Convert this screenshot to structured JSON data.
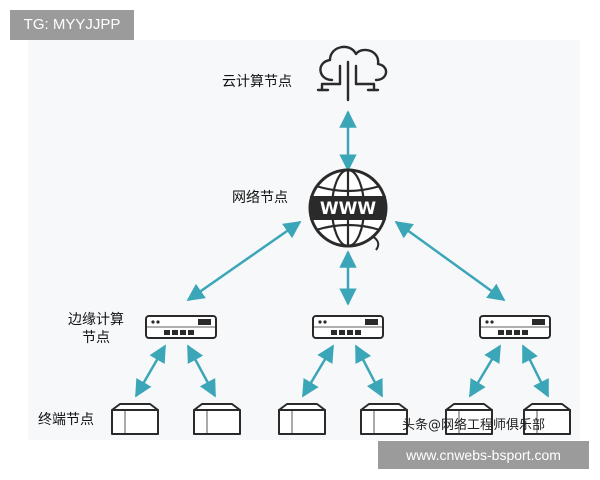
{
  "overlay": {
    "top_tag": "TG: MYYJJPP",
    "bottom_url": "www.cnwebs-bsport.com",
    "watermark": "头条@网络工程师俱乐部"
  },
  "labels": {
    "cloud": "云计算节点",
    "network": "网络节点",
    "edge_line1": "边缘计算",
    "edge_line2": "节点",
    "terminal": "终端节点"
  },
  "globe_text": "WWW",
  "colors": {
    "arrow": "#3ba6b8",
    "icon_stroke": "#2a2a2a",
    "panel_bg": "#f7f8fa",
    "tag_bg": "#9b9b9b"
  },
  "icons": {
    "cloud": "cloud-icon",
    "network": "globe-www-icon",
    "edge": "router-icon",
    "terminal": "terminal-device-icon"
  }
}
